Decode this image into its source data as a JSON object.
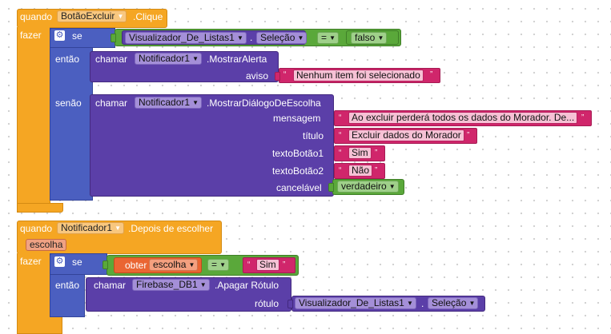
{
  "block1": {
    "when": "quando",
    "component": "BotãoExcluir",
    "event": ".Clique",
    "do": "fazer",
    "if": "se",
    "then": "então",
    "else": "senão",
    "condition": {
      "component": "Visualizador_De_Listas1",
      "property": "Seleção",
      "operator": "=",
      "value": "falso"
    },
    "then_call": {
      "call": "chamar",
      "component": "Notificador1",
      "method": ".MostrarAlerta",
      "param": "aviso",
      "value": "Nenhum item foi selecionado"
    },
    "else_call": {
      "call": "chamar",
      "component": "Notificador1",
      "method": ".MostrarDiálogoDeEscolha",
      "params": [
        {
          "name": "mensagem",
          "value": "Ao excluir perderá todos os dados do Morador. De..."
        },
        {
          "name": "título",
          "value": "Excluir dados do Morador"
        },
        {
          "name": "textoBotão1",
          "value": "Sim"
        },
        {
          "name": "textoBotão2",
          "value": "Não"
        },
        {
          "name": "cancelável",
          "value": "verdadeiro"
        }
      ]
    }
  },
  "block2": {
    "when": "quando",
    "component": "Notificador1",
    "event": ".Depois de escolher",
    "param": "escolha",
    "do": "fazer",
    "if": "se",
    "then": "então",
    "condition": {
      "get": "obter",
      "var": "escolha",
      "operator": "=",
      "value": "Sim"
    },
    "then_call": {
      "call": "chamar",
      "component": "Firebase_DB1",
      "method": ".Apagar Rótulo",
      "param": "rótulo",
      "list_component": "Visualizador_De_Listas1",
      "list_property": "Seleção"
    }
  },
  "colors": {
    "event": "#f5a623",
    "component": "#5b3fa8",
    "logic": "#5aa83a",
    "text": "#d0266b",
    "variable": "#ea6532",
    "control": "#4b5fc0"
  }
}
